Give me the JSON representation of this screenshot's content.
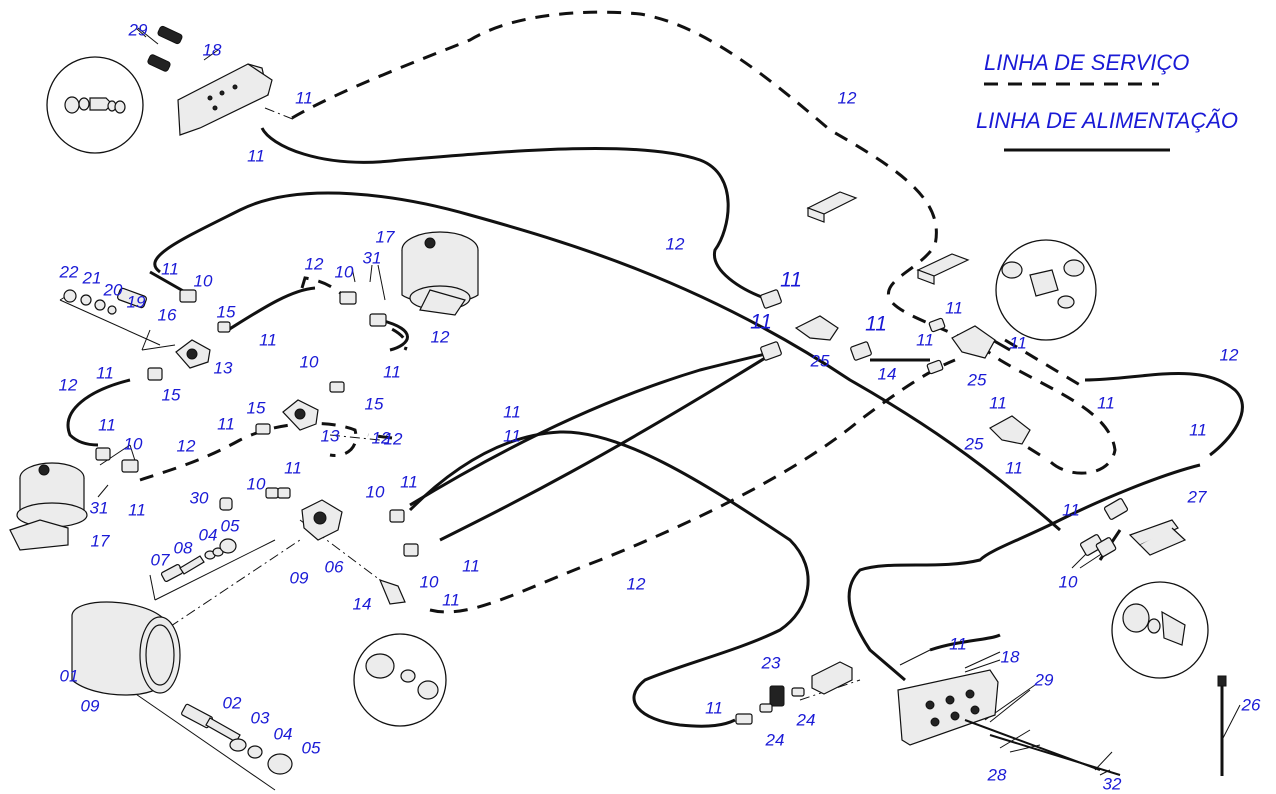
{
  "legend": {
    "service_line": "LINHA DE SERVIÇO",
    "supply_line": "LINHA DE ALIMENTAÇÃO"
  },
  "colors": {
    "callout": "#1a1ad6",
    "line": "#111111",
    "background": "#ffffff"
  },
  "callouts": [
    "29",
    "18",
    "11",
    "11",
    "12",
    "17",
    "10",
    "31",
    "12",
    "11",
    "22",
    "21",
    "20",
    "19",
    "16",
    "11",
    "10",
    "15",
    "11",
    "13",
    "12",
    "12",
    "11",
    "15",
    "11",
    "15",
    "10",
    "11",
    "13",
    "12",
    "15",
    "11",
    "10",
    "31",
    "11",
    "17",
    "11",
    "12",
    "30",
    "10",
    "11",
    "10",
    "11",
    "09",
    "06",
    "14",
    "11",
    "10",
    "11",
    "12",
    "12",
    "07",
    "08",
    "04",
    "05",
    "01",
    "09",
    "02",
    "03",
    "04",
    "05",
    "11",
    "11",
    "11",
    "25",
    "11",
    "14",
    "11",
    "11",
    "25",
    "11",
    "25",
    "11",
    "12",
    "11",
    "11",
    "11",
    "27",
    "10",
    "11",
    "18",
    "29",
    "23",
    "24",
    "24",
    "11",
    "28",
    "32",
    "26",
    "12"
  ]
}
